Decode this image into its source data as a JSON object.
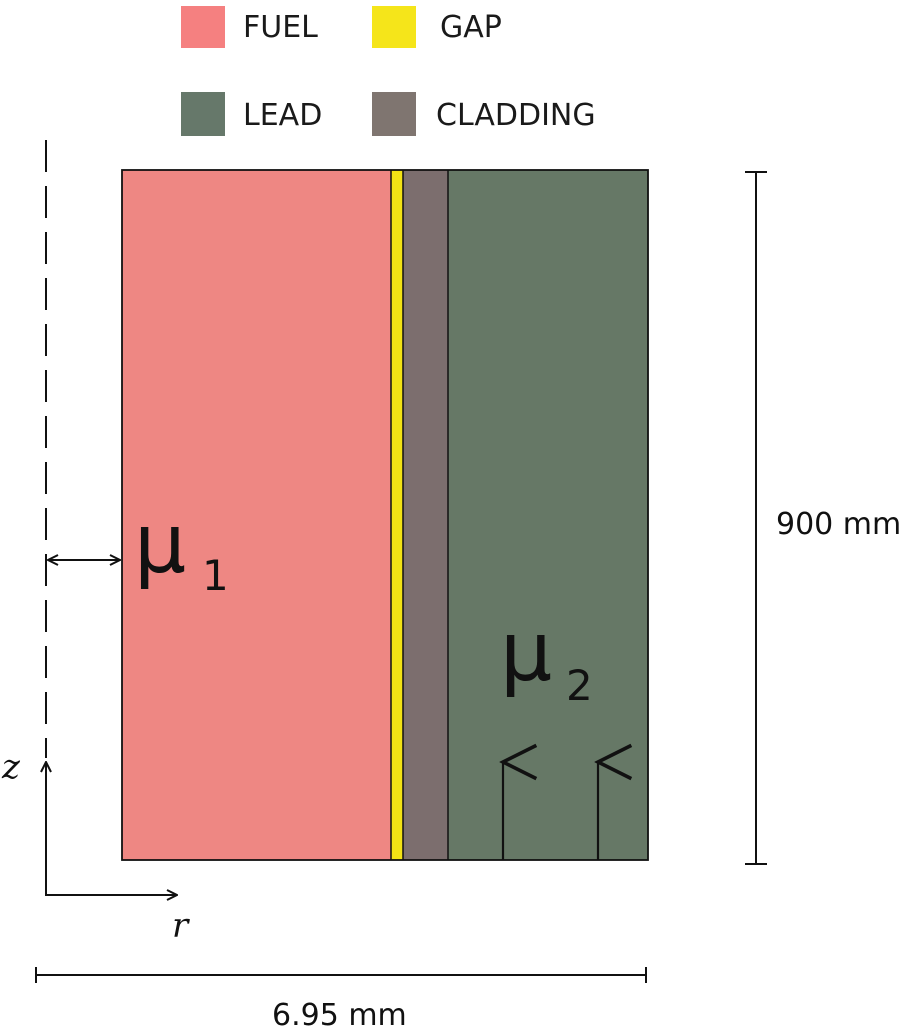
{
  "legend": {
    "items": [
      {
        "label": "FUEL",
        "color": "#f58080"
      },
      {
        "label": "GAP",
        "color": "#f5e51a"
      },
      {
        "label": "LEAD",
        "color": "#66786a"
      },
      {
        "label": "CLADDING",
        "color": "#7f7570"
      }
    ]
  },
  "regions": {
    "fuel_color": "#ee8783",
    "gap_color": "#f3e215",
    "cladding_color": "#7c6e6e",
    "lead_color": "#667866"
  },
  "labels": {
    "mu1_symbol": "μ",
    "mu1_sub": "1",
    "mu2_symbol": "μ",
    "mu2_sub": "2",
    "axis_z": "z",
    "axis_r": "r",
    "height_dimension": "900 mm",
    "width_dimension": "6.95 mm"
  }
}
